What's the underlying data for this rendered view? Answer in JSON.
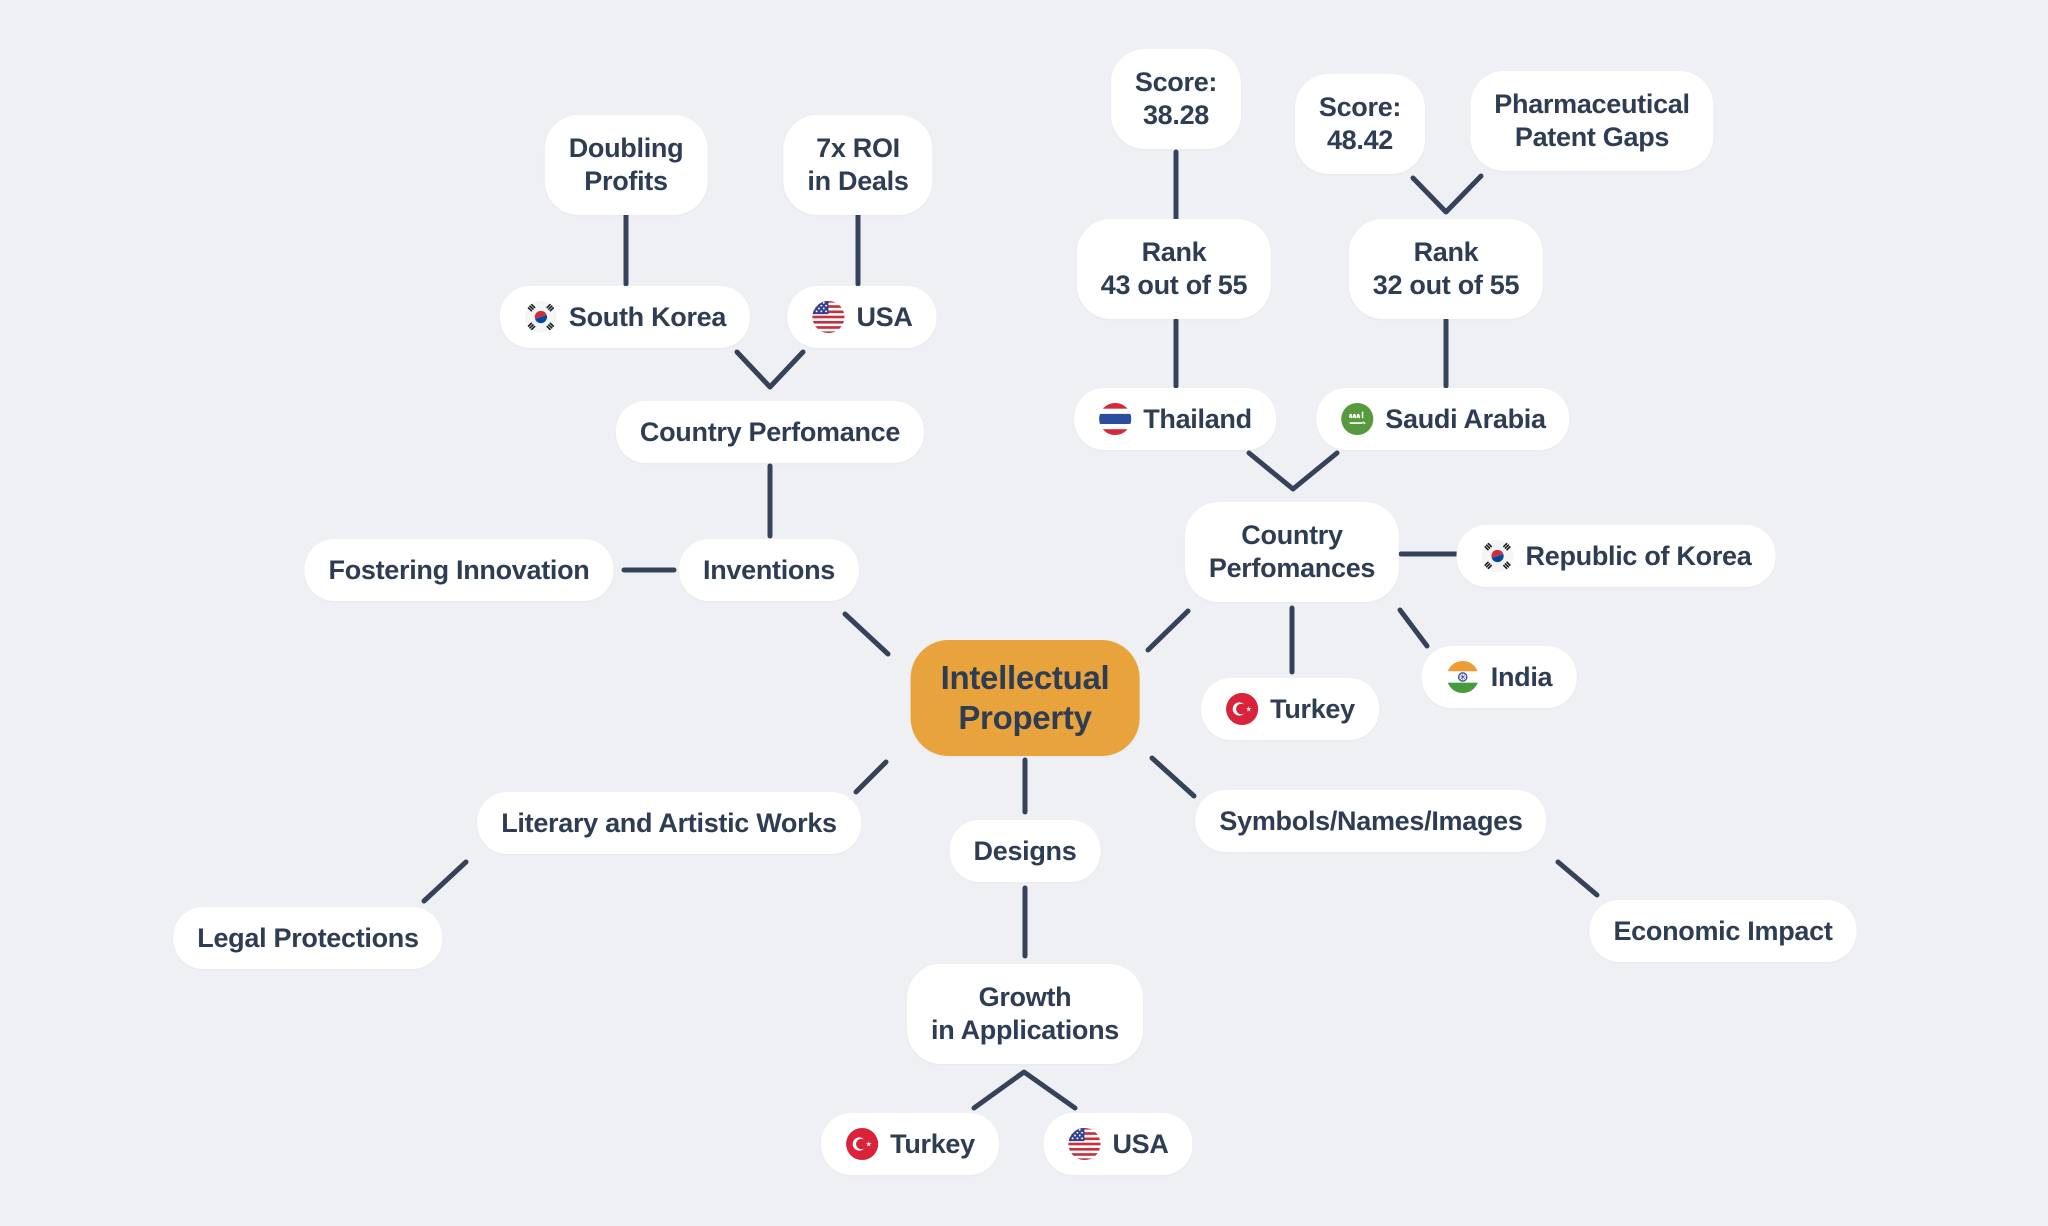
{
  "diagram_type": "mindmap",
  "colors": {
    "background": "#eef0f4",
    "node_fill": "#ffffff",
    "central_node_fill": "#e8a33c",
    "text": "#2e3d54",
    "connector": "#36425a"
  },
  "nodes": {
    "intellectual_property": {
      "label": "Intellectual\nProperty",
      "central": true
    },
    "doubling_profits": {
      "label": "Doubling\nProfits"
    },
    "roi_deals": {
      "label": "7x ROI\nin Deals"
    },
    "south_korea": {
      "label": "South Korea",
      "flag": "south-korea"
    },
    "usa_top": {
      "label": "USA",
      "flag": "usa"
    },
    "country_perfomance": {
      "label": "Country Perfomance"
    },
    "fostering_innovation": {
      "label": "Fostering Innovation"
    },
    "inventions": {
      "label": "Inventions"
    },
    "score_38": {
      "label": "Score:\n38.28"
    },
    "score_48": {
      "label": "Score:\n48.42"
    },
    "pharma": {
      "label": "Pharmaceutical\nPatent Gaps"
    },
    "rank_43": {
      "label": "Rank\n43 out of 55"
    },
    "rank_32": {
      "label": "Rank\n32 out of 55"
    },
    "thailand": {
      "label": "Thailand",
      "flag": "thailand"
    },
    "saudi_arabia": {
      "label": "Saudi Arabia",
      "flag": "saudi-arabia"
    },
    "country_perfomances": {
      "label": "Country\nPerfomances"
    },
    "republic_of_korea": {
      "label": "Republic of Korea",
      "flag": "south-korea"
    },
    "india": {
      "label": "India",
      "flag": "india"
    },
    "turkey_right": {
      "label": "Turkey",
      "flag": "turkey"
    },
    "literary": {
      "label": "Literary and Artistic Works"
    },
    "designs": {
      "label": "Designs"
    },
    "symbols": {
      "label": "Symbols/Names/Images"
    },
    "legal": {
      "label": "Legal Protections"
    },
    "economic": {
      "label": "Economic Impact"
    },
    "growth": {
      "label": "Growth\nin Applications"
    },
    "turkey_bottom": {
      "label": "Turkey",
      "flag": "turkey"
    },
    "usa_bottom": {
      "label": "USA",
      "flag": "usa"
    }
  },
  "edges": [
    {
      "from": "doubling_profits",
      "to": "south_korea"
    },
    {
      "from": "roi_deals",
      "to": "usa_top"
    },
    {
      "from": "south_korea",
      "to": "country_perfomance"
    },
    {
      "from": "usa_top",
      "to": "country_perfomance"
    },
    {
      "from": "country_perfomance",
      "to": "inventions"
    },
    {
      "from": "fostering_innovation",
      "to": "inventions"
    },
    {
      "from": "inventions",
      "to": "intellectual_property"
    },
    {
      "from": "score_38",
      "to": "rank_43"
    },
    {
      "from": "score_48",
      "to": "rank_32"
    },
    {
      "from": "pharma",
      "to": "rank_32"
    },
    {
      "from": "rank_43",
      "to": "thailand"
    },
    {
      "from": "rank_32",
      "to": "saudi_arabia"
    },
    {
      "from": "thailand",
      "to": "country_perfomances"
    },
    {
      "from": "saudi_arabia",
      "to": "country_perfomances"
    },
    {
      "from": "country_perfomances",
      "to": "intellectual_property"
    },
    {
      "from": "country_perfomances",
      "to": "republic_of_korea"
    },
    {
      "from": "country_perfomances",
      "to": "india"
    },
    {
      "from": "country_perfomances",
      "to": "turkey_right"
    },
    {
      "from": "intellectual_property",
      "to": "literary"
    },
    {
      "from": "intellectual_property",
      "to": "designs"
    },
    {
      "from": "intellectual_property",
      "to": "symbols"
    },
    {
      "from": "literary",
      "to": "legal"
    },
    {
      "from": "symbols",
      "to": "economic"
    },
    {
      "from": "designs",
      "to": "growth"
    },
    {
      "from": "growth",
      "to": "turkey_bottom"
    },
    {
      "from": "growth",
      "to": "usa_bottom"
    }
  ]
}
